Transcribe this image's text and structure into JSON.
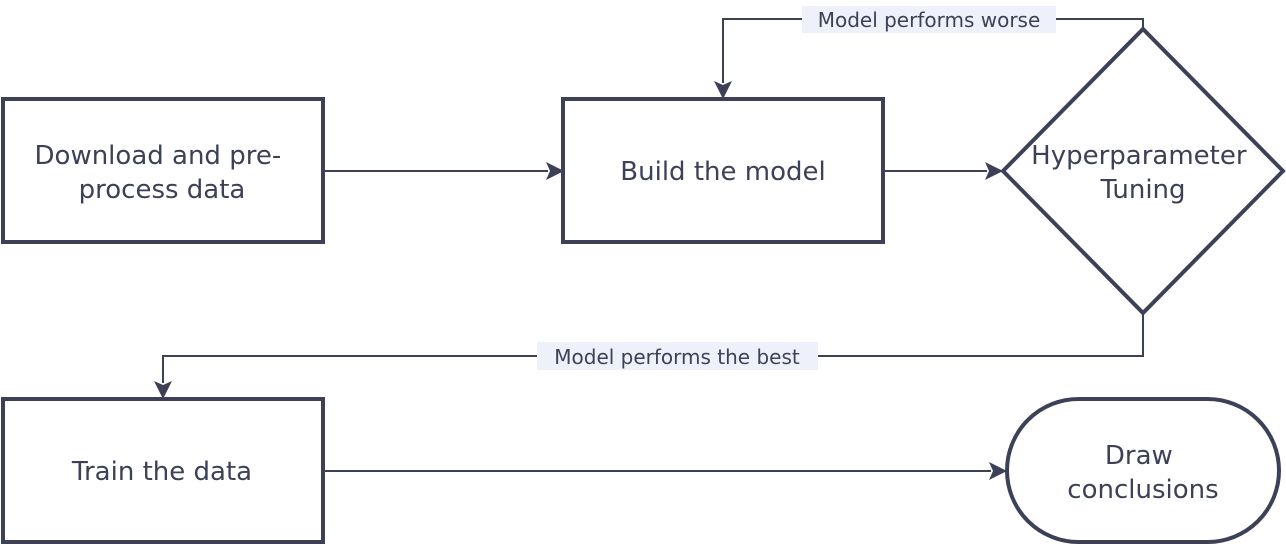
{
  "diagram": {
    "type": "flowchart",
    "nodes": {
      "download": {
        "shape": "rectangle",
        "lines": [
          "Download and pre-",
          "process data"
        ]
      },
      "build": {
        "shape": "rectangle",
        "lines": [
          "Build the model"
        ]
      },
      "tuning": {
        "shape": "diamond",
        "lines": [
          "Hyperparameter",
          "Tuning"
        ]
      },
      "train": {
        "shape": "rectangle",
        "lines": [
          "Train the data"
        ]
      },
      "conclusions": {
        "shape": "terminator",
        "lines": [
          "Draw",
          "conclusions"
        ]
      }
    },
    "edges": {
      "download_to_build": {
        "from": "download",
        "to": "build",
        "label": ""
      },
      "build_to_tuning": {
        "from": "build",
        "to": "tuning",
        "label": ""
      },
      "tuning_to_build": {
        "from": "tuning",
        "to": "build",
        "label": "Model performs worse"
      },
      "tuning_to_train": {
        "from": "tuning",
        "to": "train",
        "label": "Model performs the best"
      },
      "train_to_conclusions": {
        "from": "train",
        "to": "conclusions",
        "label": ""
      }
    },
    "colors": {
      "stroke": "#3d4157",
      "text": "#3d4157",
      "label_background": "#eef1fa",
      "background": "#ffffff"
    }
  }
}
